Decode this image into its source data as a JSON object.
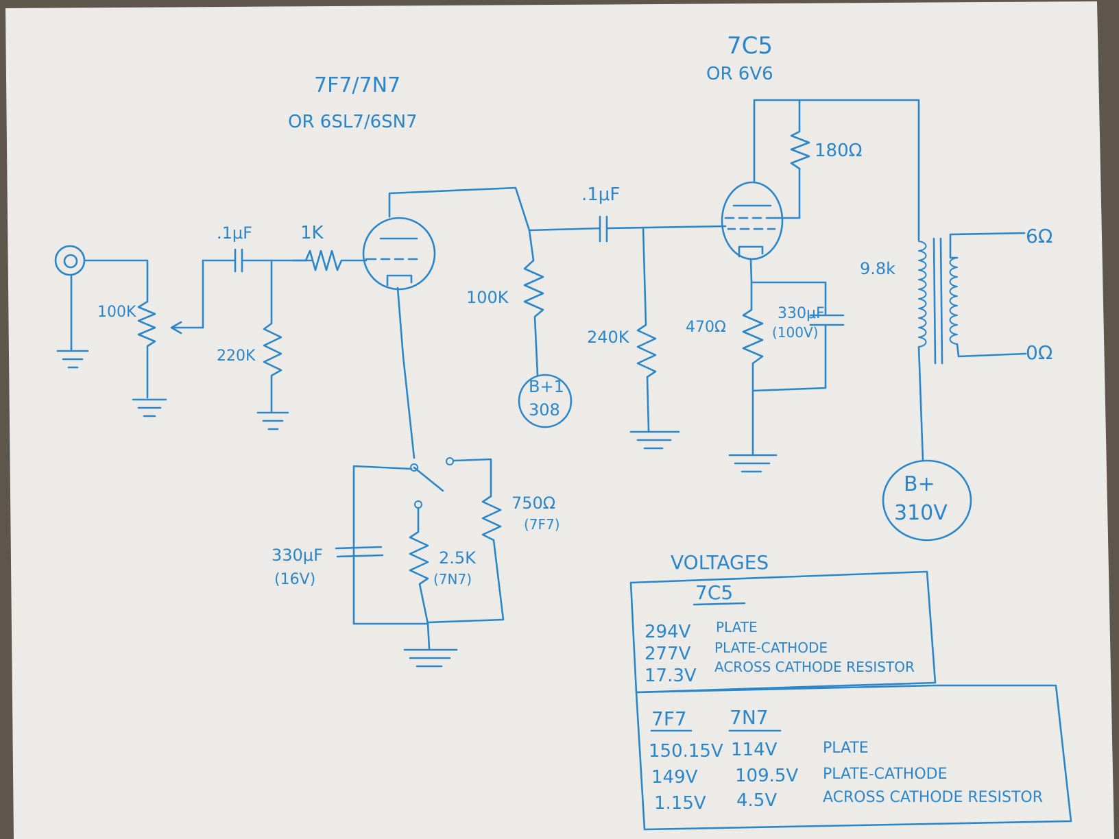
{
  "colors": {
    "ink": "#2a86c8",
    "paper": "#ecebe8",
    "background": "#5e564c"
  },
  "labels": {
    "tube1_name": "7F7/7N7",
    "tube1_alt": "OR 6SL7/6SN7",
    "tube2_name": "7C5",
    "tube2_alt": "OR 6V6",
    "input_pot": "100K",
    "input_cap": ".1μF",
    "grid_resistor": "1K",
    "grid_leak": "220K",
    "plate_resistor": "100K",
    "bplus1_line1": "B+1",
    "bplus1_line2": "308",
    "coupling_cap": ".1μF",
    "output_grid_leak": "240K",
    "screen_resistor": "180Ω",
    "cathode_resistor": "470Ω",
    "cathode_cap": "330μF",
    "cathode_cap_rating": "(100V)",
    "transformer_primary": "9.8k",
    "tap_6ohm": "6Ω",
    "tap_0ohm": "0Ω",
    "bplus_line1": "B+",
    "bplus_line2": "310V",
    "bypass_cap": "330μF",
    "bypass_cap_rating": "(16V)",
    "resistor_7n7": "2.5K",
    "resistor_7n7_note": "(7N7)",
    "resistor_7f7": "750Ω",
    "resistor_7f7_note": "(7F7)"
  },
  "voltages": {
    "title": "VOLTAGES",
    "tube_7c5": {
      "heading": "7C5",
      "rows": [
        {
          "value": "294V",
          "label": "PLATE"
        },
        {
          "value": "277V",
          "label": "PLATE-CATHODE"
        },
        {
          "value": "17.3V",
          "label": "ACROSS CATHODE RESISTOR"
        }
      ]
    },
    "tube_7f7_7n7": {
      "heading_7f7": "7F7",
      "heading_7n7": "7N7",
      "rows": [
        {
          "v7f7": "150.15V",
          "v7n7": "114V",
          "label": "PLATE"
        },
        {
          "v7f7": "149V",
          "v7n7": "109.5V",
          "label": "PLATE-CATHODE"
        },
        {
          "v7f7": "1.15V",
          "v7n7": "4.5V",
          "label": "ACROSS CATHODE RESISTOR"
        }
      ]
    }
  }
}
